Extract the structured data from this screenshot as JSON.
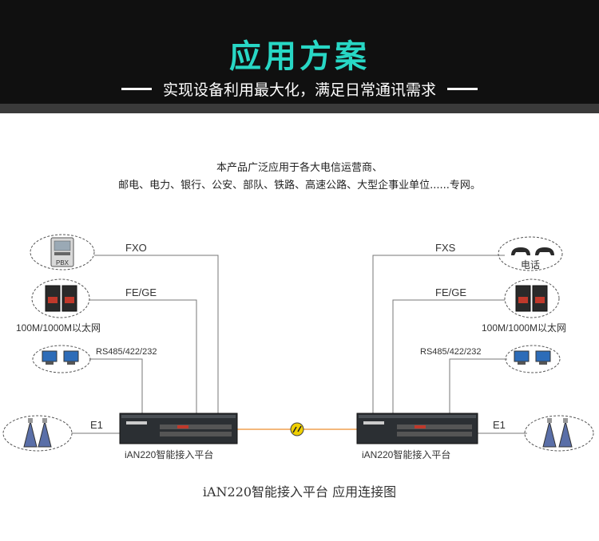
{
  "header": {
    "title": "应用方案",
    "subtitle": "实现设备利用最大化，满足日常通讯需求"
  },
  "intro": {
    "line1": "本产品广泛应用于各大电信运营商、",
    "line2": "邮电、电力、银行、公安、部队、铁路、高速公路、大型企事业单位......专网。"
  },
  "left": {
    "pbx_icon_label": "PBX",
    "fxo_label": "FXO",
    "fe_label": "FE/GE",
    "eth_label": "100M/1000M以太网",
    "rs_label": "RS485/422/232",
    "e1_label": "E1",
    "device_label": "iAN220智能接入平台"
  },
  "right": {
    "fxs_label": "FXS",
    "phone_label": "电话",
    "fe_label": "FE/GE",
    "eth_label": "100M/1000M以太网",
    "rs_label": "RS485/422/232",
    "e1_label": "E1",
    "device_label": "iAN220智能接入平台"
  },
  "caption": "iAN220智能接入平台  应用连接图",
  "colors": {
    "title": "#28d7c5",
    "link": "#f0a050",
    "line": "#777777"
  }
}
